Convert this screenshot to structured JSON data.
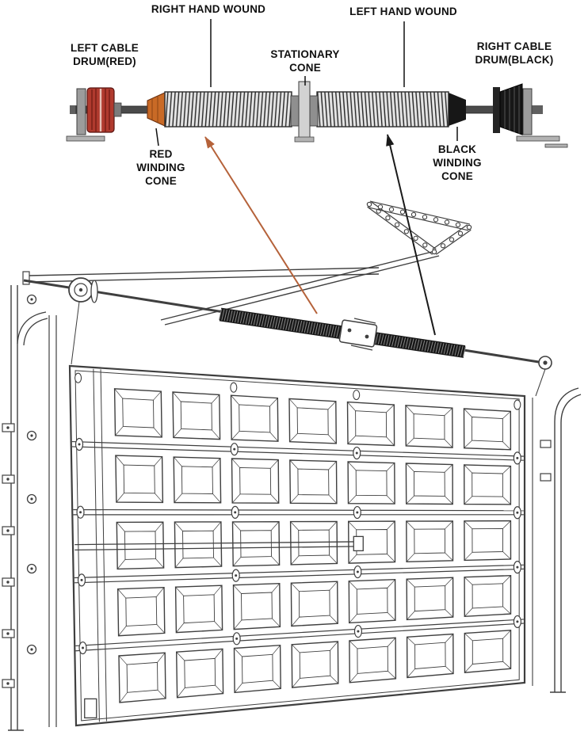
{
  "spring_diagram": {
    "labels": {
      "right_hand_wound": "RIGHT HAND WOUND",
      "left_hand_wound": "LEFT HAND WOUND",
      "left_cable_drum": {
        "line1": "LEFT CABLE",
        "line2": "DRUM(RED)"
      },
      "stationary_cone": {
        "line1": "STATIONARY",
        "line2": "CONE"
      },
      "right_cable_drum": {
        "line1": "RIGHT CABLE",
        "line2": "DRUM(BLACK)"
      },
      "red_winding_cone": {
        "line1": "RED",
        "line2": "WINDING",
        "line3": "CONE"
      },
      "black_winding_cone": {
        "line1": "BLACK",
        "line2": "WINDING",
        "line3": "CONE"
      }
    },
    "colors": {
      "red_drum": "#b03a2e",
      "red_cone": "#c96a26",
      "black_parts": "#171717",
      "orange_arrow": "#b5623a",
      "black_arrow": "#1a1a1a"
    }
  }
}
